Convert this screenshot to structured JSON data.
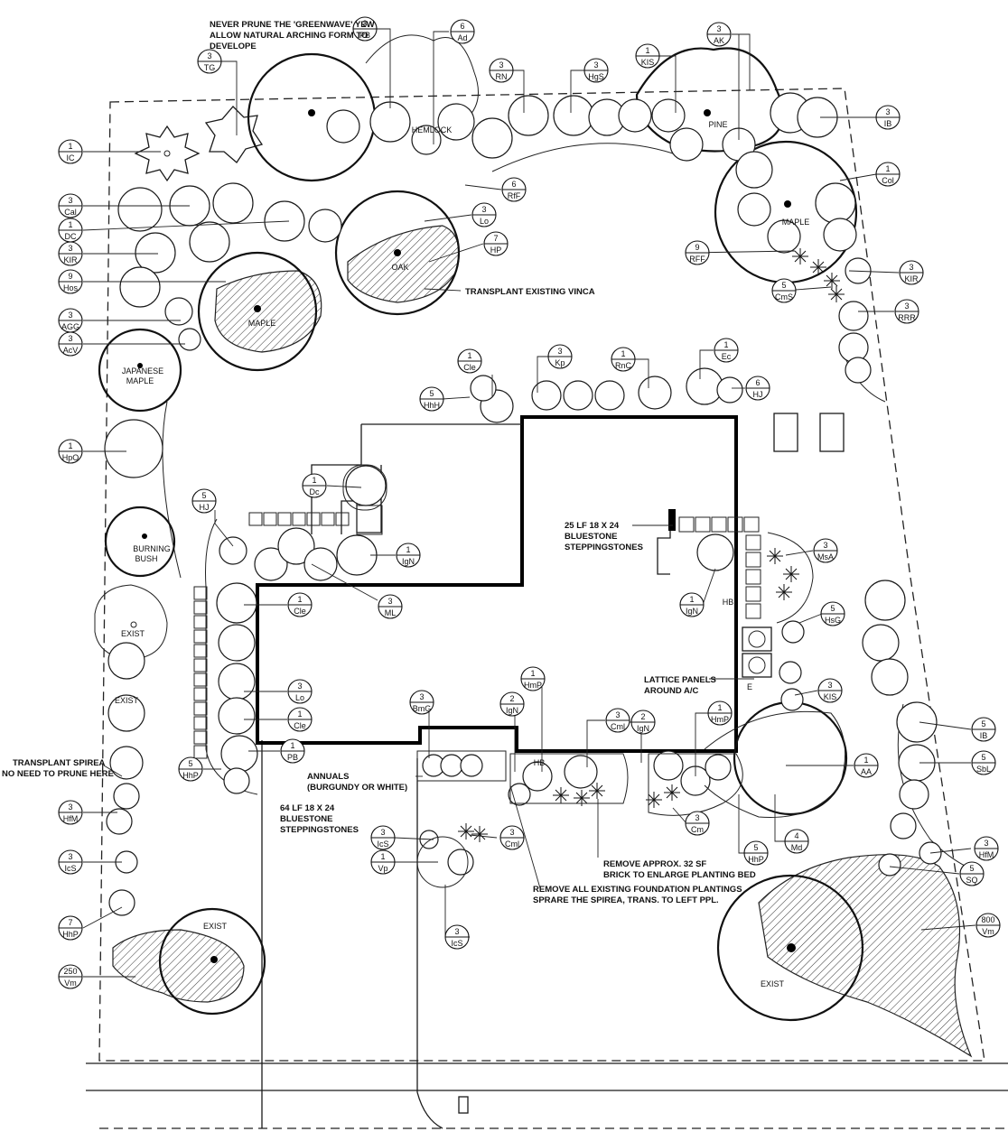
{
  "tags": [
    {
      "q": "3",
      "c": "PB"
    },
    {
      "q": "6",
      "c": "Ad"
    },
    {
      "q": "3",
      "c": "TG"
    },
    {
      "q": "3",
      "c": "RN"
    },
    {
      "q": "3",
      "c": "HgS"
    },
    {
      "q": "1",
      "c": "KIS"
    },
    {
      "q": "3",
      "c": "AK"
    },
    {
      "q": "1",
      "c": "IC"
    },
    {
      "q": "3",
      "c": "IB"
    },
    {
      "q": "6",
      "c": "RfF"
    },
    {
      "q": "1",
      "c": "Col"
    },
    {
      "q": "3",
      "c": "Cal"
    },
    {
      "q": "3",
      "c": "Lo"
    },
    {
      "q": "1",
      "c": "DC"
    },
    {
      "q": "3",
      "c": "KIR"
    },
    {
      "q": "7",
      "c": "HP"
    },
    {
      "q": "9",
      "c": "RFF"
    },
    {
      "q": "9",
      "c": "Hos"
    },
    {
      "q": "3",
      "c": "KIR"
    },
    {
      "q": "5",
      "c": "CmS"
    },
    {
      "q": "3",
      "c": "AGG"
    },
    {
      "q": "3",
      "c": "RRR"
    },
    {
      "q": "3",
      "c": "AcV"
    },
    {
      "q": "1",
      "c": "Cle"
    },
    {
      "q": "3",
      "c": "Kp"
    },
    {
      "q": "1",
      "c": "RnC"
    },
    {
      "q": "1",
      "c": "Ec"
    },
    {
      "q": "5",
      "c": "HhH"
    },
    {
      "q": "6",
      "c": "HJ"
    },
    {
      "q": "1",
      "c": "HpO"
    },
    {
      "q": "1",
      "c": "Dc"
    },
    {
      "q": "5",
      "c": "HJ"
    },
    {
      "q": "1",
      "c": "IgN"
    },
    {
      "q": "3",
      "c": "ML"
    },
    {
      "q": "3",
      "c": "MsA"
    },
    {
      "q": "1",
      "c": "Cle"
    },
    {
      "q": "1",
      "c": "IgN"
    },
    {
      "q": "5",
      "c": "HsG"
    },
    {
      "q": "3",
      "c": "Lo"
    },
    {
      "q": "1",
      "c": "HmP"
    },
    {
      "q": "3",
      "c": "BmG"
    },
    {
      "q": "1",
      "c": "Cle"
    },
    {
      "q": "2",
      "c": "IgN"
    },
    {
      "q": "3",
      "c": "KIS"
    },
    {
      "q": "3",
      "c": "Cml"
    },
    {
      "q": "2",
      "c": "IgN"
    },
    {
      "q": "1",
      "c": "HmP"
    },
    {
      "q": "1",
      "c": "PB"
    },
    {
      "q": "5",
      "c": "HhP"
    },
    {
      "q": "1",
      "c": "AA"
    },
    {
      "q": "5",
      "c": "IB"
    },
    {
      "q": "5",
      "c": "SbL"
    },
    {
      "q": "3",
      "c": "HfM"
    },
    {
      "q": "3",
      "c": "Cm"
    },
    {
      "q": "4",
      "c": "Md"
    },
    {
      "q": "3",
      "c": "IcS"
    },
    {
      "q": "3",
      "c": "Cml"
    },
    {
      "q": "5",
      "c": "HhP"
    },
    {
      "q": "1",
      "c": "Vp"
    },
    {
      "q": "3",
      "c": "HfM"
    },
    {
      "q": "3",
      "c": "IcS"
    },
    {
      "q": "5",
      "c": "SQ"
    },
    {
      "q": "3",
      "c": "IcS"
    },
    {
      "q": "7",
      "c": "HhP"
    },
    {
      "q": "800",
      "c": "Vm"
    },
    {
      "q": "250",
      "c": "Vm"
    }
  ],
  "notes": {
    "yew1": "NEVER PRUNE THE 'GREENWAVE' YEW",
    "yew2": "ALLOW NATURAL ARCHING FORM TO",
    "yew3": "DEVELOPE",
    "vinca": "TRANSPLANT EXISTING VINCA",
    "step25a": "25 LF 18 X 24",
    "step25b": "BLUESTONE",
    "step25c": "STEPPINGSTONES",
    "lattice1": "LATTICE PANELS",
    "lattice2": "AROUND A/C",
    "spirea1": "TRANSPLANT SPIREA",
    "spirea2": "NO NEED TO PRUNE HERE",
    "annual1": "ANNUALS",
    "annual2": "(BURGUNDY OR WHITE)",
    "step64a": "64 LF 18 X 24",
    "step64b": "BLUESTONE",
    "step64c": "STEPPINGSTONES",
    "brick1": "REMOVE APPROX. 32 SF",
    "brick2": "BRICK TO ENLARGE PLANTING BED",
    "found1": "REMOVE ALL EXISTING FOUNDATION PLANTINGS",
    "found2": "SPRARE THE SPIREA, TRANS. TO LEFT PPL."
  },
  "labels": {
    "hemlock": "HEMLOCK",
    "pine": "PINE",
    "maple_tr": "MAPLE",
    "oak": "OAK",
    "maple_l": "MAPLE",
    "jmaple1": "JAPANESE",
    "jmaple2": "MAPLE",
    "burning1": "BURNING",
    "burning2": "BUSH",
    "exist1": "EXIST",
    "exist2": "EXIST",
    "exist3": "EXIST",
    "exist4": "EXIST",
    "hb1": "HB",
    "hb2": "HB",
    "e": "E"
  }
}
